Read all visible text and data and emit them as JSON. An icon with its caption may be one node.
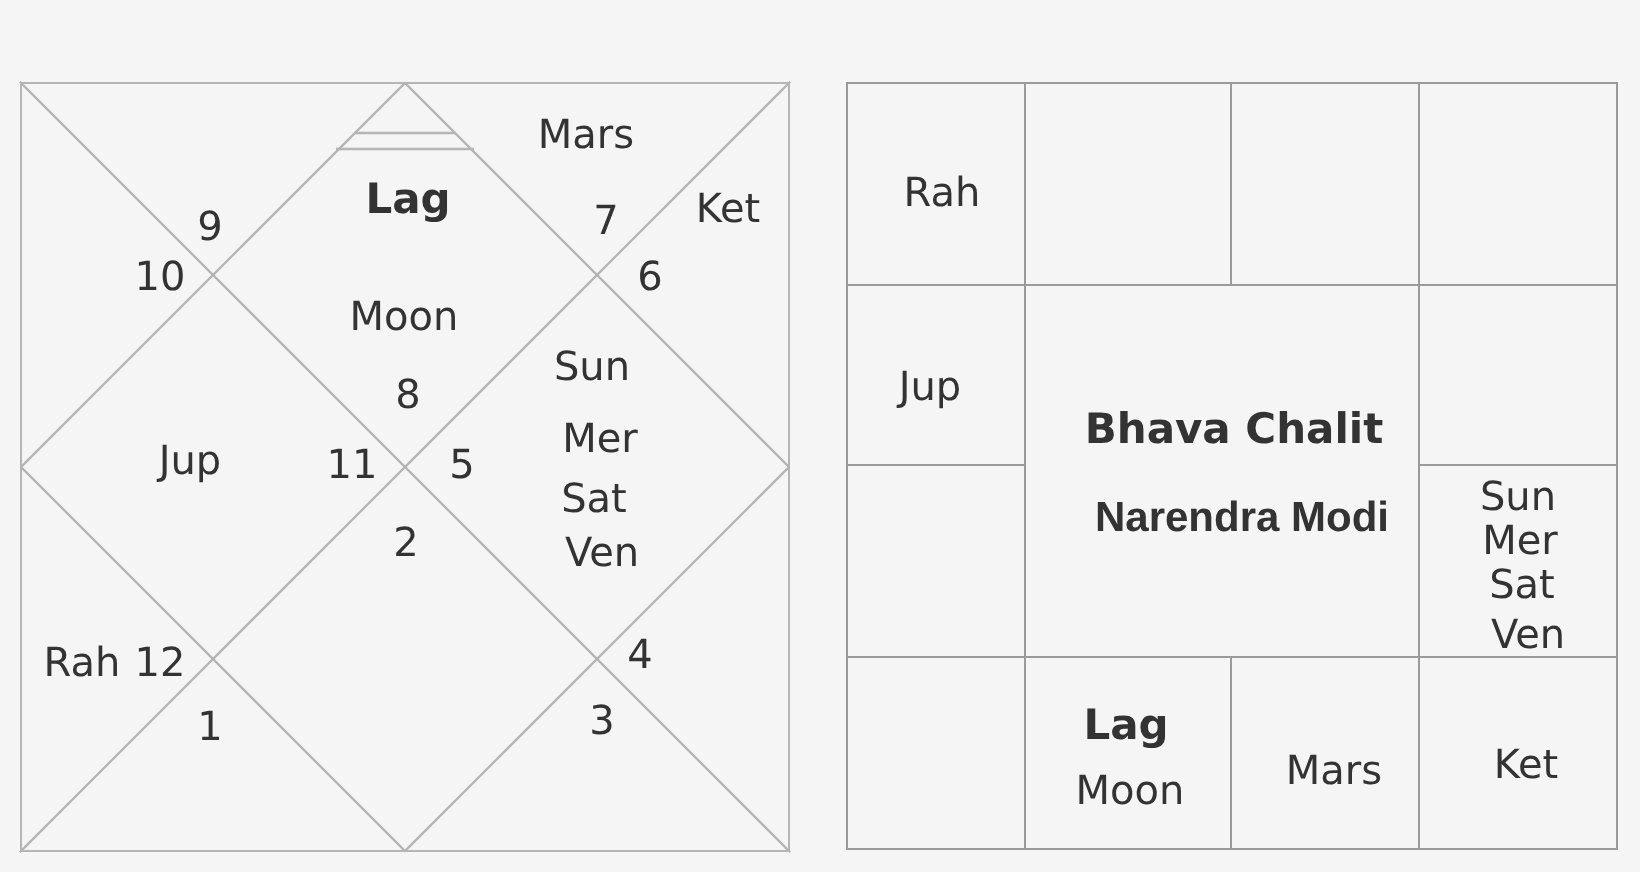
{
  "diagram": {
    "nodes": [
      {
        "text": [
          "9"
        ]
      },
      {
        "text": [
          "Lag",
          "Moon",
          "8"
        ]
      },
      {
        "text": [
          "Mars",
          "7"
        ]
      },
      {
        "text": [
          "10"
        ]
      },
      {
        "text": [
          "Ket",
          "6"
        ]
      },
      {
        "text": [
          "Jup",
          "11"
        ]
      },
      {
        "text": [
          "Sun",
          "Mer",
          "Sat",
          "Ven",
          "5"
        ]
      },
      {
        "text": [
          "Rah",
          "12"
        ]
      },
      {
        "text": [
          "4"
        ]
      },
      {
        "text": [
          "1"
        ]
      },
      {
        "text": [
          "2"
        ]
      },
      {
        "text": [
          "3"
        ]
      },
      {
        "text": [
          "Rah"
        ]
      },
      {
        "text": [],
        "shape": "box"
      },
      {
        "text": [],
        "shape": "box"
      },
      {
        "text": [],
        "shape": "box"
      },
      {
        "text": [
          "Jup"
        ]
      },
      {
        "text": [
          "Bhava Chalit",
          "Narendra Modi"
        ]
      },
      {
        "text": [],
        "shape": "box"
      },
      {
        "text": [],
        "shape": "box"
      },
      {
        "text": [
          "Sun",
          "Mer",
          "Sat",
          "Ven"
        ]
      },
      {
        "text": [],
        "shape": "box"
      },
      {
        "text": [
          "Lag",
          "Moon"
        ]
      },
      {
        "text": [
          "Mars"
        ]
      },
      {
        "text": [
          "Ket"
        ]
      }
    ]
  }
}
